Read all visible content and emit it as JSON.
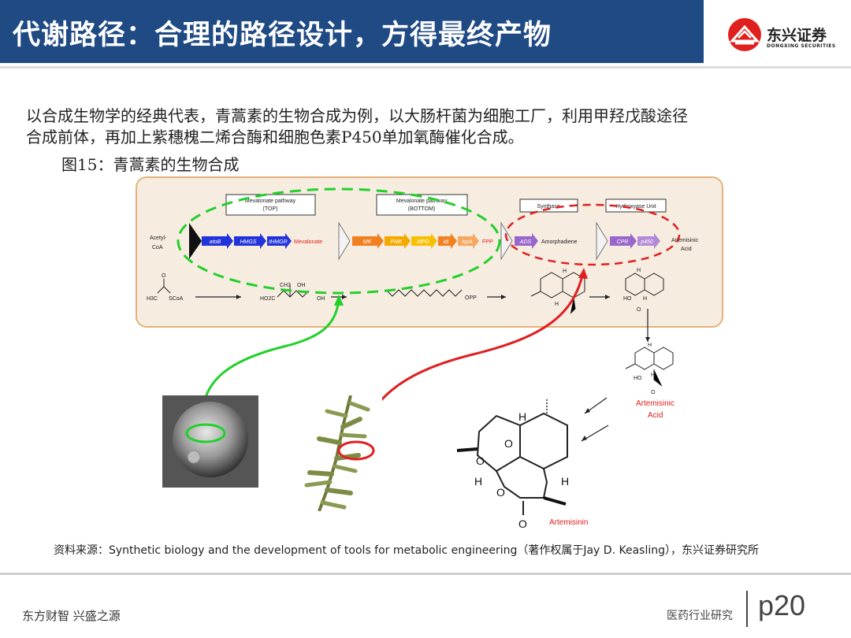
{
  "header": {
    "title": "代谢路径：合理的路径设计，方得最终产物",
    "logo_cn": "东兴证券",
    "logo_en": "DONGXING SECURITIES",
    "brand_color": "#1f4a84"
  },
  "intro": {
    "line1": "以合成生物学的经典代表，青蒿素的生物合成为例，以大肠杆菌为细胞工厂，利用甲羟戊酸途径",
    "line2": "合成前体，再加上紫穗槐二烯合酶和细胞色素P450单加氧酶催化合成。",
    "figure_label": "图15：青蒿素的生物合成"
  },
  "diagram": {
    "box_top_label": "Mevalonate pathway",
    "box_top_sub": "(TOP)",
    "box_bottom_label": "Mevalonate pathway",
    "box_bottom_sub": "(BOTTOM)",
    "box_synthase": "Synthase",
    "box_hydroxy": "Hydroxyase Unit",
    "acetyl_1": "Acetyl-",
    "acetyl_2": "CoA",
    "genes_top": [
      "atoB",
      "HMGS",
      "tHMGR"
    ],
    "mevalonate": "Mevalonate",
    "genes_bottom": [
      "MK",
      "PMK",
      "MPD",
      "idi",
      "ispA"
    ],
    "fpp": "FPP",
    "gene_ads": "ADS",
    "amorphadiene": "Amorphadiene",
    "genes_p450": [
      "CPR",
      "p450"
    ],
    "artemisinic_1": "Artemisinic",
    "artemisinic_2": "Acid",
    "chem_h3c": "H3C",
    "chem_scoa": "SCoA",
    "chem_ho2c": "HO2C",
    "chem_ch3": "CH3",
    "chem_oh": "OH",
    "chem_opp": "OPP",
    "chem_ho": "HO",
    "chem_o": "O",
    "chem_h": "H",
    "artemisinic_red_1": "Artemisinic",
    "artemisinic_red_2": "Acid",
    "artemisinin": "Artemisinin"
  },
  "colors": {
    "green": "#22d02a",
    "red": "#e02020",
    "gene_blue": "#2233dd",
    "gene_orange": "#f08020",
    "gene_purple": "#9966cc"
  },
  "source": "资料来源：Synthetic biology and the development of tools for metabolic engineering（著作权属于Jay D. Keasling），东兴证券研究所",
  "footer": {
    "left": "东方财智 兴盛之源",
    "right": "医药行业研究",
    "page": "p20"
  }
}
